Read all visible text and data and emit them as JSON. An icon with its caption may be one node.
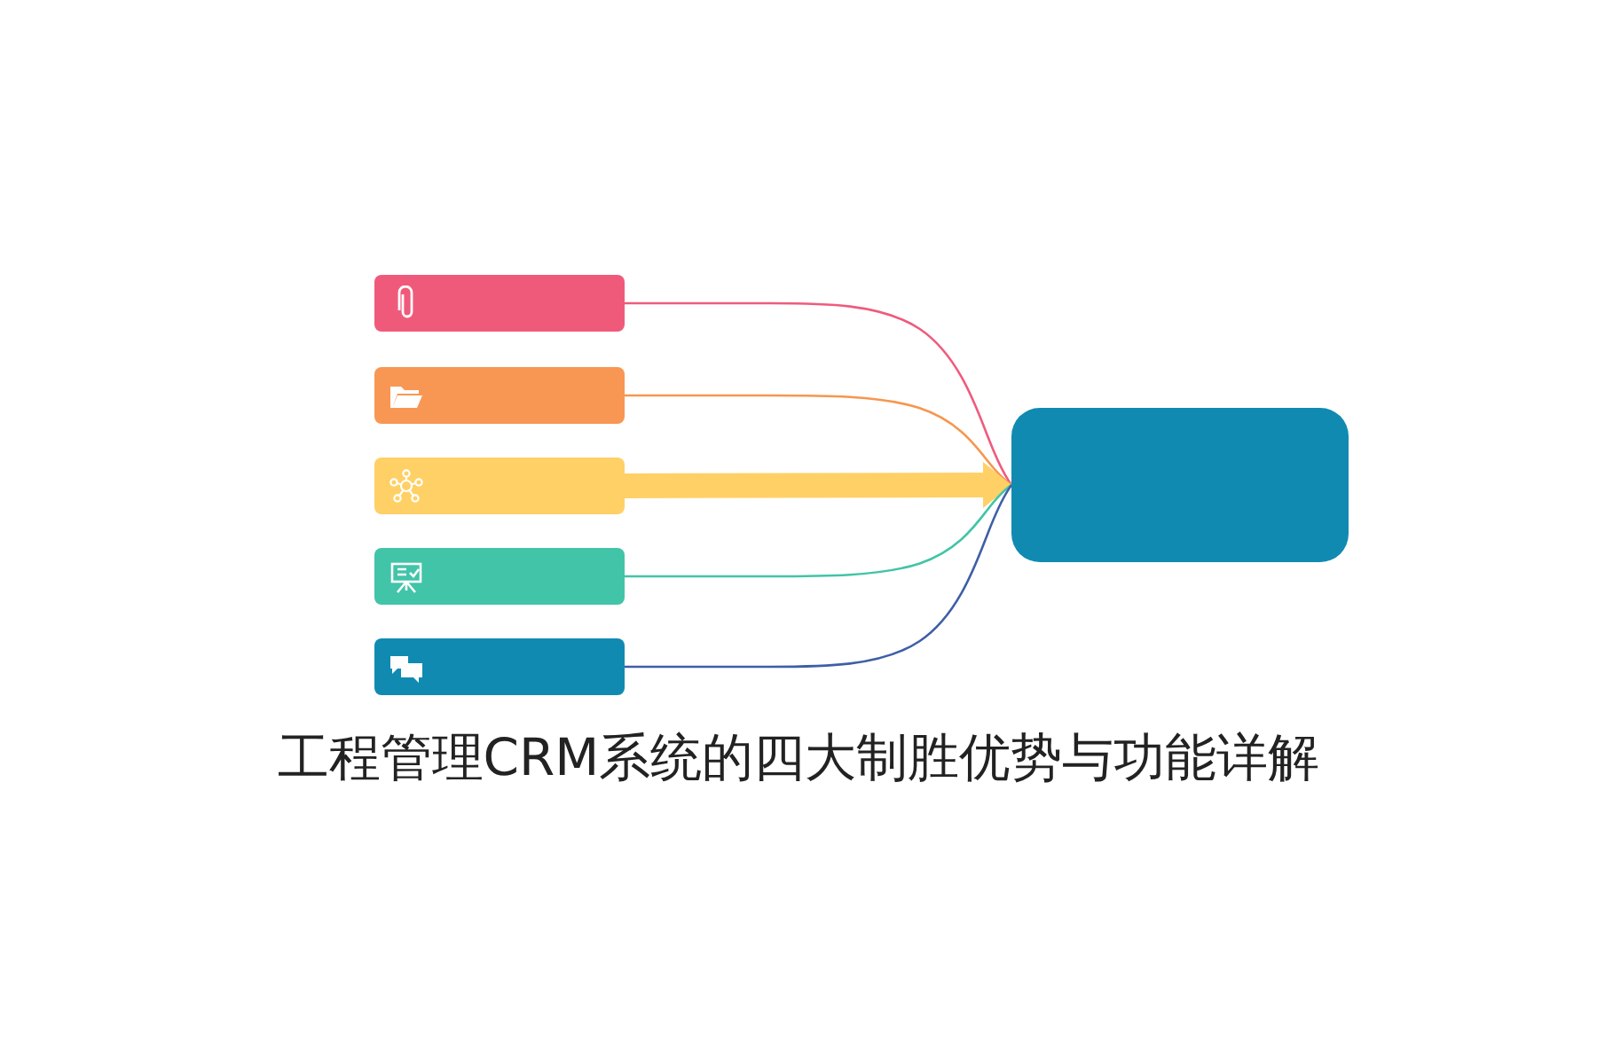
{
  "diagram": {
    "title": "工程管理CRM系统的四大制胜优势与功能详解",
    "nodes": [
      {
        "text": [],
        "shape": "bar"
      },
      {
        "text": [],
        "shape": "bar"
      },
      {
        "text": [],
        "shape": "bar"
      },
      {
        "text": [],
        "shape": "bar"
      },
      {
        "text": [],
        "shape": "bar"
      },
      {
        "text": [],
        "shape": "box"
      }
    ],
    "edges": [
      {
        "from": 0,
        "to": 5,
        "arrow": "none",
        "color": "#ef5b7d"
      },
      {
        "from": 1,
        "to": 5,
        "arrow": "none",
        "color": "#f7964f"
      },
      {
        "from": 2,
        "to": 5,
        "arrow": "to",
        "style": "thick",
        "color": "#ffd066"
      },
      {
        "from": 3,
        "to": 5,
        "arrow": "none",
        "color": "#42c4a8"
      },
      {
        "from": 4,
        "to": 5,
        "arrow": "none",
        "color": "#3e5fa6"
      }
    ]
  }
}
